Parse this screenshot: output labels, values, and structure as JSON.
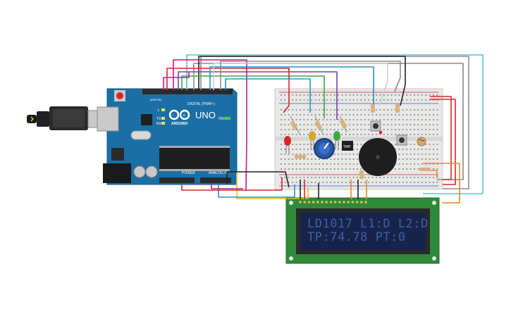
{
  "arduino": {
    "model": "UNO",
    "brand": "ARDUINO",
    "digital_label": "DIGITAL (PWM~)",
    "power_label": "POWER",
    "analog_label": "ANALOG IN",
    "on_label": "ON",
    "l_label": "L",
    "tx_label": "TX",
    "rx_label": "RX",
    "aref_label": "AREF",
    "gnd_label": "GND"
  },
  "lcd": {
    "line1": "LD1017 L1:D L2:D",
    "line2": "TP:74.78  PT:0"
  },
  "components": {
    "temp_sensor_label": "TMP"
  },
  "colors": {
    "arduino_board": "#1b6fa5",
    "breadboard": "#e8e8e6",
    "lcd_pcb": "#2f8a3a",
    "lcd_screen": "#18234a",
    "lcd_text": "#3a5fa8",
    "wire_red": "#d9262b",
    "wire_magenta": "#c2188e",
    "wire_purple": "#7b3fa0",
    "wire_green": "#39a845",
    "wire_blue": "#2b90c8",
    "wire_gray": "#8c8c8c",
    "wire_black": "#222222",
    "wire_orange": "#e88a20",
    "wire_yellow": "#e6c21f",
    "wire_cyan": "#5fc0c8"
  }
}
